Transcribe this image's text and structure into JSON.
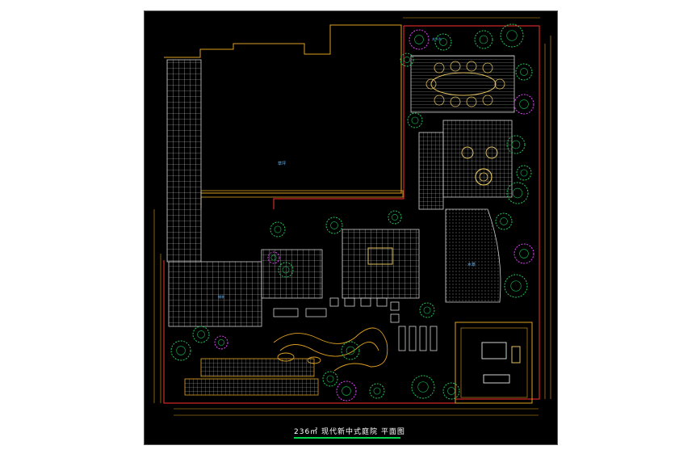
{
  "caption": "236㎡ 现代新中式庭院  平面图",
  "labels": {
    "lawn": "草坪",
    "pool": "水景",
    "paving": "铺装",
    "wood_deck": "木平台"
  },
  "colors": {
    "background": "#000000",
    "boundary": "#e0a020",
    "wall_red": "#ff3030",
    "plant_green": "#22c55e",
    "plant_magenta": "#d946ef",
    "line_white": "#d0d0d0",
    "dim_yellow": "#ffd23a",
    "caption_underline": "#00d84a"
  }
}
